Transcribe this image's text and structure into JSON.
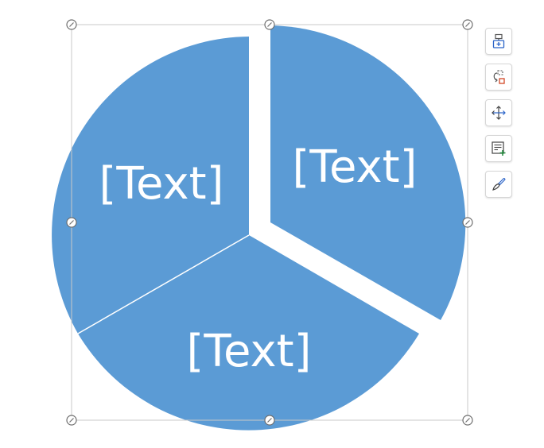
{
  "diagram": {
    "segment_color": "#5b9bd5",
    "label_color": "#ffffff",
    "segments": [
      {
        "id": "left",
        "label": "[Text]"
      },
      {
        "id": "right",
        "label": "[Text]"
      },
      {
        "id": "bottom",
        "label": "[Text]"
      }
    ]
  },
  "toolbar": {
    "buttons": [
      {
        "id": "add-shape",
        "icon": "add-shape-icon"
      },
      {
        "id": "change-layout",
        "icon": "change-layout-icon"
      },
      {
        "id": "move",
        "icon": "move-arrows-icon"
      },
      {
        "id": "text-pane",
        "icon": "text-pane-icon"
      },
      {
        "id": "style",
        "icon": "brush-icon"
      }
    ]
  }
}
